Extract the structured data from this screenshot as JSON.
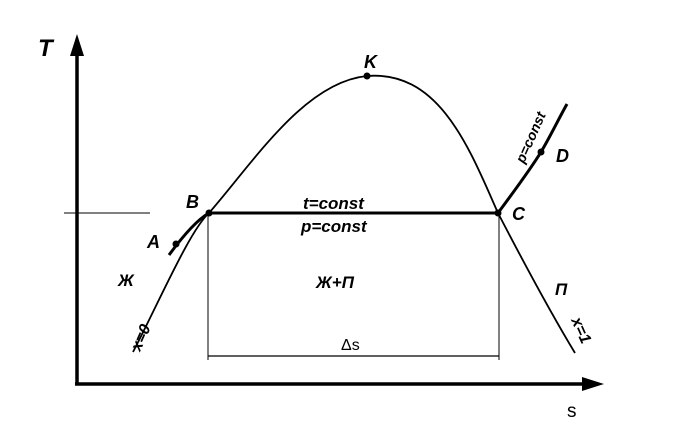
{
  "axes": {
    "y_label": "T",
    "x_label": "s"
  },
  "points": {
    "K": "K",
    "A": "A",
    "B": "B",
    "C": "C",
    "D": "D"
  },
  "isolines": {
    "top": "t=const",
    "bottom": "p=const",
    "superheated": "p=const"
  },
  "regions": {
    "liquid": "Ж",
    "wet": "Ж+П",
    "vapor": "П"
  },
  "curves": {
    "left": "x=0",
    "right": "x=1"
  },
  "delta": "Δs",
  "colors": {
    "line": "#000000",
    "background": "#ffffff"
  }
}
